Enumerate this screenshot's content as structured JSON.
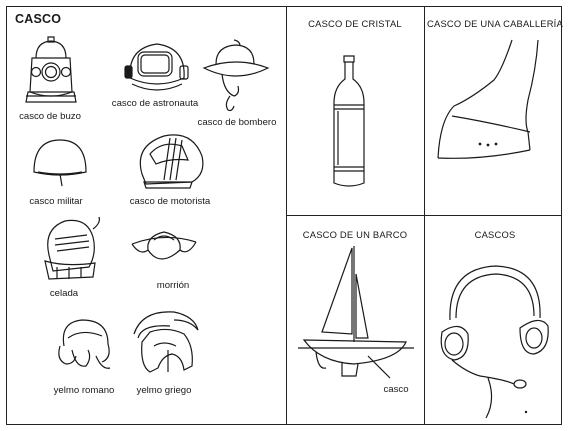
{
  "main_panel": {
    "title": "CASCO",
    "items": [
      {
        "label": "casco de buzo",
        "icon": "diving-helmet-icon"
      },
      {
        "label": "casco de astronauta",
        "icon": "astronaut-helmet-icon"
      },
      {
        "label": "casco de bombero",
        "icon": "firefighter-helmet-icon"
      },
      {
        "label": "casco militar",
        "icon": "military-helmet-icon"
      },
      {
        "label": "casco de motorista",
        "icon": "motorcycle-helmet-icon"
      },
      {
        "label": "celada",
        "icon": "sallet-helmet-icon"
      },
      {
        "label": "morrión",
        "icon": "morion-helmet-icon"
      },
      {
        "label": "yelmo romano",
        "icon": "roman-helmet-icon"
      },
      {
        "label": "yelmo griego",
        "icon": "greek-helmet-icon"
      }
    ]
  },
  "panels": [
    {
      "title": "CASCO DE CRISTAL",
      "icon": "glass-bottle-icon"
    },
    {
      "title": "CASCO DE UNA CABALLERÍA",
      "icon": "horse-hoof-icon"
    },
    {
      "title": "CASCO DE UN BARCO",
      "icon": "sailboat-icon",
      "annotation": "casco"
    },
    {
      "title": "CASCOS",
      "icon": "headphones-icon"
    }
  ]
}
